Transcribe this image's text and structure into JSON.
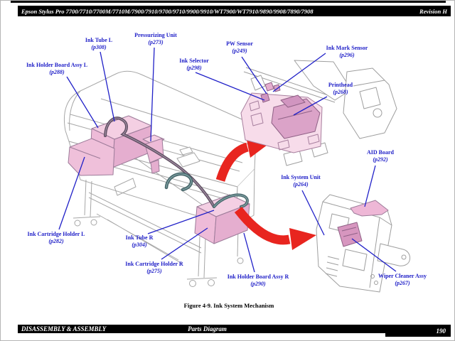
{
  "header": {
    "title": "Epson Stylus Pro 7700/7710/7700M/7710M/7900/7910/9700/9710/9900/9910/WT7900/WT7910/9890/9908/7890/7908",
    "revision": "Revision H"
  },
  "footer": {
    "section": "DISASSEMBLY & ASSEMBLY",
    "subsection": "Parts Diagram",
    "page_number": "190"
  },
  "figure": {
    "caption": "Figure 4-9.  Ink System Mechanism"
  },
  "callouts": [
    {
      "label": "Ink Tube L",
      "page_ref": "(p308)"
    },
    {
      "label": "Pressurizing Unit",
      "page_ref": "(p273)"
    },
    {
      "label": "Ink Holder Board Assy L",
      "page_ref": "(p288)"
    },
    {
      "label": "Ink Selector",
      "page_ref": "(p298)"
    },
    {
      "label": "PW Sensor",
      "page_ref": "(p249)"
    },
    {
      "label": "Ink Mark Sensor",
      "page_ref": "(p296)"
    },
    {
      "label": "Printhead",
      "page_ref": "(p268)"
    },
    {
      "label": "AID Board",
      "page_ref": "(p292)"
    },
    {
      "label": "Ink System Unit",
      "page_ref": "(p264)"
    },
    {
      "label": "Ink Cartridge Holder L",
      "page_ref": "(p282)"
    },
    {
      "label": "Ink Tube R",
      "page_ref": "(p304)"
    },
    {
      "label": "Ink Cartridge Holder R",
      "page_ref": "(p275)"
    },
    {
      "label": "Ink Holder Board Assy R",
      "page_ref": "(p290)"
    },
    {
      "label": "Wiper Cleaner Assy",
      "page_ref": "(p267)"
    }
  ],
  "colors": {
    "callout_blue": "#2020c8",
    "arrow_red": "#e8251f",
    "highlight_pink": "#f2c6de",
    "highlight_pink_dark": "#d796bf",
    "lineart_gray": "#a6a6a6",
    "bar_black": "#000000"
  }
}
